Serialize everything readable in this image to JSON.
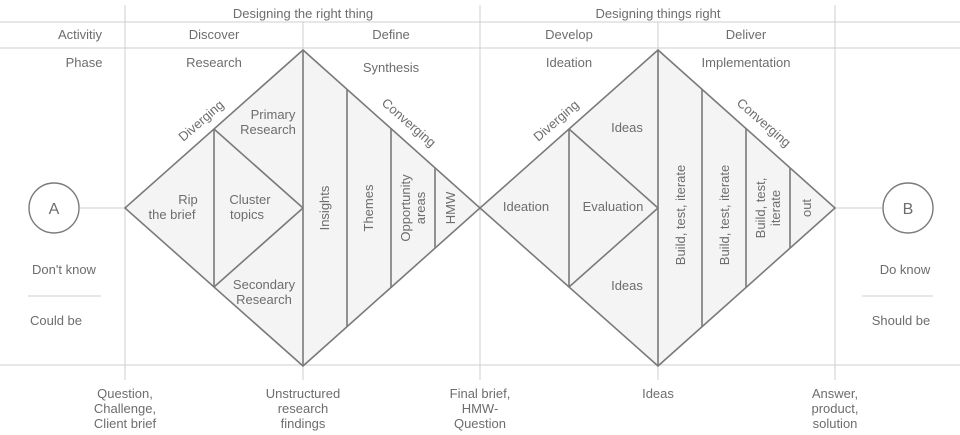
{
  "header": {
    "design_right_thing": "Designing the right thing",
    "design_things_right": "Designing things right"
  },
  "rows": {
    "activity_label": "Activitiy",
    "phase_label": "Phase",
    "dont_know": "Don't know",
    "could_be": "Could be",
    "do_know": "Do know",
    "should_be": "Should be"
  },
  "activities": {
    "discover": "Discover",
    "define": "Define",
    "develop": "Develop",
    "deliver": "Deliver"
  },
  "phases": {
    "research": "Research",
    "synthesis": "Synthesis",
    "ideation": "Ideation",
    "implementation": "Implementation"
  },
  "endpoints": {
    "start": "A",
    "end": "B"
  },
  "diamond1": {
    "diverging": "Diverging",
    "converging": "Converging",
    "rip": [
      "Rip",
      "the brief"
    ],
    "cluster": [
      "Cluster",
      "topics"
    ],
    "primary": [
      "Primary",
      "Research"
    ],
    "secondary": [
      "Secondary",
      "Research"
    ],
    "insights": "Insights",
    "themes": "Themes",
    "opportunity": [
      "Opportunity",
      "areas"
    ],
    "hmw": "HMW"
  },
  "diamond2": {
    "diverging": "Diverging",
    "converging": "Converging",
    "ideation": "Ideation",
    "evaluation": "Evaluation",
    "ideas_top": "Ideas",
    "ideas_bottom": "Ideas",
    "build1": "Build, test, iterate",
    "build2": "Build, test, iterate",
    "build3": [
      "Build, test,",
      "iterate"
    ],
    "out": "out"
  },
  "outputs": {
    "question": [
      "Question,",
      "Challenge,",
      "Client brief"
    ],
    "unstructured": [
      "Unstructured",
      "research",
      "findings"
    ],
    "final_brief": [
      "Final brief,",
      "HMW-",
      "Question"
    ],
    "ideas": "Ideas",
    "answer": [
      "Answer,",
      "product,",
      "solution"
    ]
  }
}
